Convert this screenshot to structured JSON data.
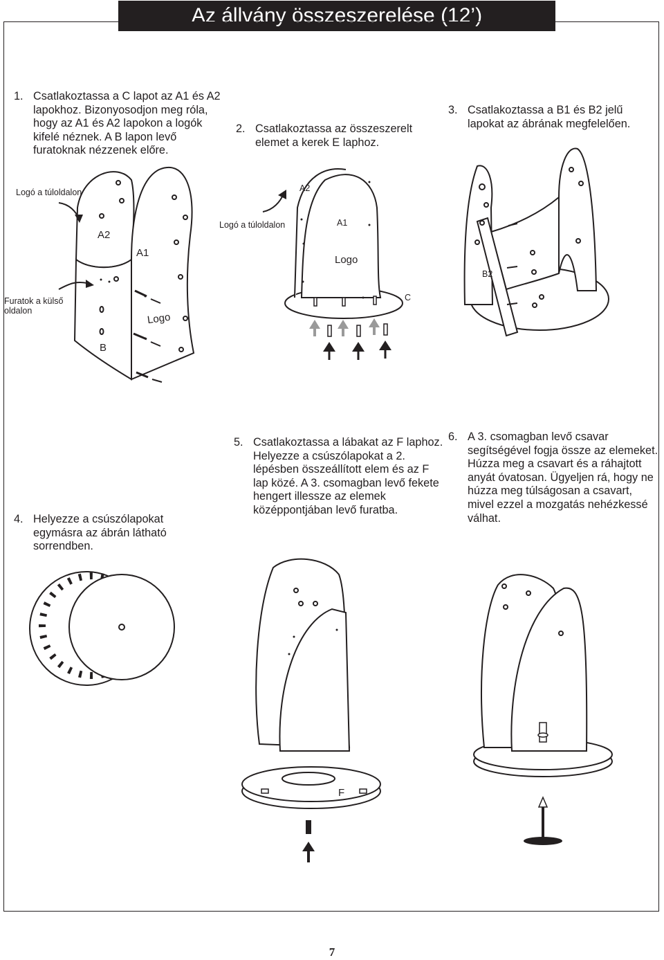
{
  "title": "Az állvány összeszerelése (12’)",
  "steps": [
    {
      "num": "1.",
      "text": "Csatlakoztassa a C lapot az A1 és A2 lapokhoz. Bizonyosodjon meg róla, hogy az A1 és A2 lapokon a logók kifelé néznek. A B lapon levő furatoknak nézzenek előre."
    },
    {
      "num": "2.",
      "text": "Csatlakoztassa az összeszerelt elemet a kerek E laphoz."
    },
    {
      "num": "3.",
      "text": "Csatlakoztassa a B1 és B2 jelű lapokat az ábrának megfelelően."
    },
    {
      "num": "4.",
      "text": "Helyezze a csúszólapokat egymásra az ábrán látható sorrendben."
    },
    {
      "num": "5.",
      "text": "Csatlakoztassa a lábakat az F laphoz. Helyezze a csúszólapokat a 2. lépésben összeállított elem és az F lap közé. A 3. csomagban levő fekete hengert illessze az elemek középpontjában levő furatba."
    },
    {
      "num": "6.",
      "text": "A 3. csomagban levő csavar segítségével fogja össze az elemeket. Húzza meg a csavart és a ráhajtott anyát óvatosan. Ügyeljen rá, hogy ne húzza meg túlságosan a csavart, mivel ezzel a mozgatás nehézkessé válhat."
    }
  ],
  "fig1": {
    "logo_back": "Logó a túloldalon",
    "a2": "A2",
    "a1": "A1",
    "holes_outside": "Furatok a külső oldalon",
    "logo": "Logo",
    "b": "B"
  },
  "fig2": {
    "logo_back": "Logó a túloldalon",
    "a2": "A2",
    "a1": "A1",
    "logo": "Logo",
    "c": "C"
  },
  "fig3": {
    "b2": "B2"
  },
  "fig5": {
    "f": "F"
  },
  "page_number": "7"
}
